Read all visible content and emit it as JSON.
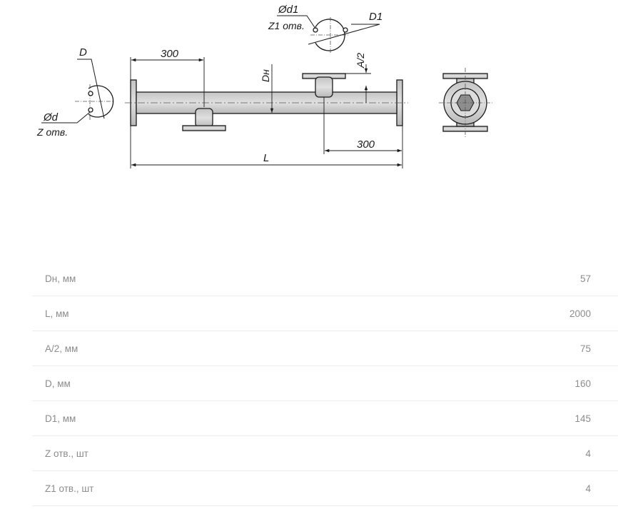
{
  "drawing": {
    "labels": {
      "d1_hole": "Ød1",
      "z1_holes": "Z1 отв.",
      "d1": "D1",
      "d": "D",
      "d_hole": "Ød",
      "z_holes": "Z отв.",
      "dim_300_left": "300",
      "dim_300_right": "300",
      "dh": "Dн",
      "a_half": "A/2",
      "length": "L"
    }
  },
  "specs": [
    {
      "label": "Dн, мм",
      "value": "57"
    },
    {
      "label": "L, мм",
      "value": "2000"
    },
    {
      "label": "A/2, мм",
      "value": "75"
    },
    {
      "label": "D, мм",
      "value": "160"
    },
    {
      "label": "D1, мм",
      "value": "145"
    },
    {
      "label": "Z отв., шт",
      "value": "4"
    },
    {
      "label": "Z1 отв., шт",
      "value": "4"
    }
  ]
}
